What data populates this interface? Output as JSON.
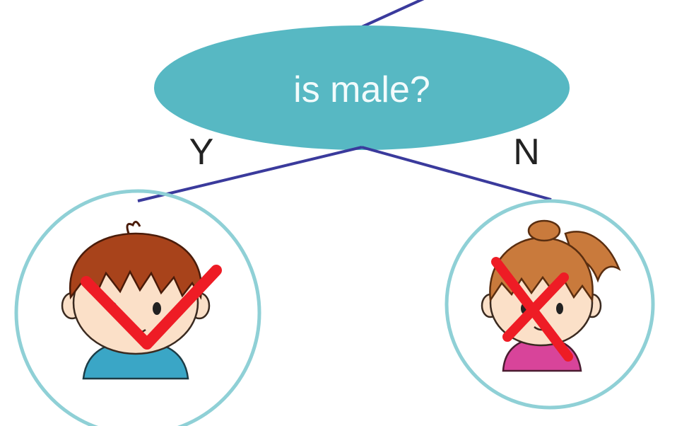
{
  "decision_node": {
    "question": "is male?"
  },
  "branches": {
    "yes_label": "Y",
    "no_label": "N"
  },
  "leaves": {
    "left": {
      "outcome": "checkmark",
      "figure": "boy"
    },
    "right": {
      "outcome": "cross",
      "figure": "girl"
    }
  },
  "colors": {
    "node_fill": "#57b8c3",
    "edge": "#3a3a9c",
    "leaf_ring": "#8fd0d6",
    "mark": "#ee1c25",
    "boy_hair": "#a8431b",
    "boy_shirt": "#3aa6c6",
    "girl_hair": "#c97a3c",
    "girl_shirt": "#d8449a",
    "skin": "#fbe0c8"
  }
}
